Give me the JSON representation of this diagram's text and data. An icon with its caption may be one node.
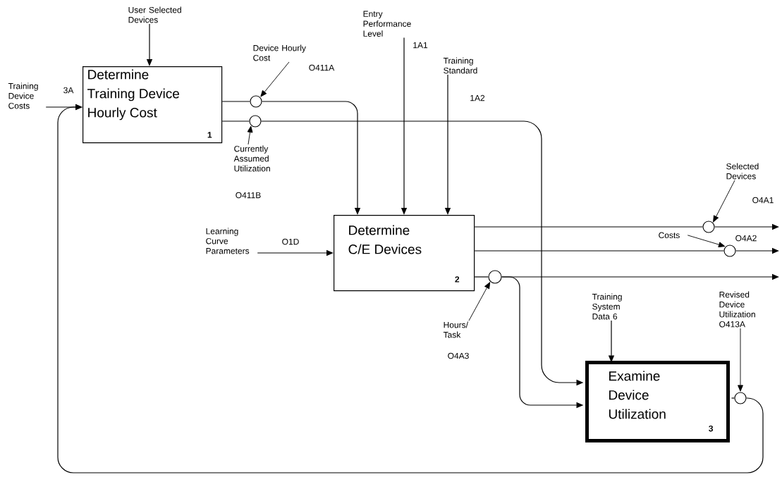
{
  "diagram": {
    "nodes": [
      {
        "text": [
          "Determine Training Device Hourly Cost",
          "1"
        ]
      },
      {
        "text": [
          "Determine C/E Devices",
          "2"
        ]
      },
      {
        "text": [
          "Examine Device Utilization",
          "3"
        ]
      },
      {
        "text": [
          "User Selected Devices"
        ]
      },
      {
        "text": [
          "Training Device Costs"
        ]
      },
      {
        "text": [
          "Device Hourly Cost"
        ],
        "beside": [
          "O411A"
        ]
      },
      {
        "text": [],
        "shape": "circle"
      },
      {
        "text": [],
        "shape": "circle"
      },
      {
        "text": [
          "Currently Assumed Utilization"
        ],
        "beside": [
          "O411B"
        ]
      },
      {
        "text": [
          "Entry Performance Level"
        ],
        "beside": [
          "1A1"
        ]
      },
      {
        "text": [
          "Training Standard"
        ],
        "beside": [
          "1A2"
        ]
      },
      {
        "text": [
          "Learning Curve Parameters"
        ]
      },
      {
        "text": [],
        "shape": "circle"
      },
      {
        "text": [
          "Selected Devices"
        ],
        "beside": [
          "O4A1"
        ]
      },
      {
        "text": [],
        "shape": "circle"
      },
      {
        "text": [
          "Costs"
        ]
      },
      {
        "text": [],
        "shape": "circle"
      },
      {
        "text": [
          "Hours/ Task"
        ],
        "beside": [
          "O4A3"
        ]
      },
      {
        "text": [
          "Training System Data 6"
        ]
      },
      {
        "text": [],
        "shape": "circle"
      },
      {
        "text": [
          "Revised Device Utilization",
          "O413A"
        ]
      }
    ],
    "labels": [
      "O4A2"
    ],
    "edges": [
      {
        "from": 3,
        "to": 0,
        "arrow": "to"
      },
      {
        "from": 4,
        "to": 0,
        "arrow": "to",
        "label": "3A"
      },
      {
        "from": 0,
        "to": 6,
        "arrow": "none"
      },
      {
        "from": 6,
        "to": 1,
        "arrow": "to"
      },
      {
        "from": 0,
        "to": 7,
        "arrow": "none"
      },
      {
        "from": 7,
        "to": 2,
        "arrow": "to"
      },
      {
        "from": 5,
        "to": 6,
        "arrow": "to"
      },
      {
        "from": 8,
        "to": 7,
        "arrow": "to"
      },
      {
        "from": 9,
        "to": 1,
        "arrow": "to"
      },
      {
        "from": 10,
        "to": 1,
        "arrow": "to"
      },
      {
        "from": 11,
        "to": 1,
        "arrow": "to",
        "label": "O1D"
      },
      {
        "from": 1,
        "to": 12,
        "arrow": "none"
      },
      {
        "from": 12,
        "to": null,
        "arrow": "to"
      },
      {
        "from": 13,
        "to": 12,
        "arrow": "to"
      },
      {
        "from": 1,
        "to": 14,
        "arrow": "none"
      },
      {
        "from": 14,
        "to": null,
        "arrow": "to"
      },
      {
        "from": 15,
        "to": 14,
        "arrow": "to"
      },
      {
        "from": 1,
        "to": 16,
        "arrow": "none"
      },
      {
        "from": 16,
        "to": null,
        "arrow": "to"
      },
      {
        "from": 16,
        "to": 2,
        "arrow": "to"
      },
      {
        "from": 17,
        "to": 16,
        "arrow": "to"
      },
      {
        "from": 18,
        "to": 2,
        "arrow": "to"
      },
      {
        "from": 2,
        "to": 19,
        "arrow": "none"
      },
      {
        "from": 19,
        "to": 0,
        "arrow": "to"
      },
      {
        "from": 20,
        "to": 19,
        "arrow": "to"
      }
    ]
  }
}
